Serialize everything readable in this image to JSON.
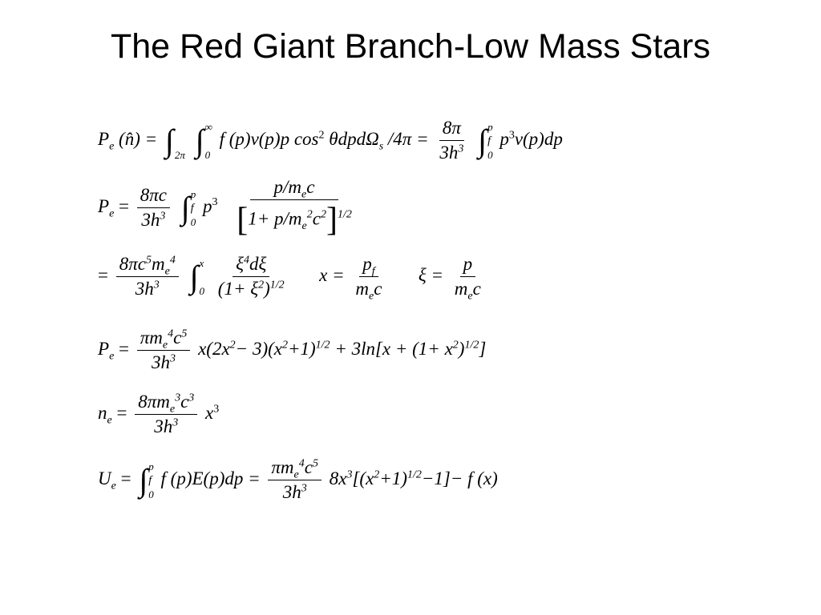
{
  "slide": {
    "title": "The Red Giant Branch-Low Mass Stars"
  },
  "equations": {
    "eq1": {
      "lhs": "P",
      "lhs_sub": "e",
      "lhs_arg": "(n̂) =",
      "int1_lower": "2π",
      "int2_upper": "∞",
      "int2_lower": "0",
      "integrand": "f (p)v(p)p cos",
      "cos_pow": "2",
      "integrand2": "θdpdΩ",
      "omega_sub": "s",
      "tail": "/4π =",
      "frac_num": "8π",
      "frac_den": "3h",
      "frac_den_pow": "3",
      "int3_upper": "p",
      "int3_upper_sub": "f",
      "int3_lower": "0",
      "rhs_a": "p",
      "rhs_pow": "3",
      "rhs_b": "v(p)dp"
    },
    "eq2": {
      "lhs": "P",
      "lhs_sub": "e",
      "equals": "=",
      "frac_num": "8πc",
      "frac_den": "3h",
      "frac_den_pow": "3",
      "int_upper": "p",
      "int_upper_sub": "f",
      "int_lower": "0",
      "p": "p",
      "p_pow": "3",
      "num": "p/m",
      "num_sub": "e",
      "num_c": "c",
      "den_lbr": "[",
      "den_a": "1+ p/m",
      "den_sub": "e",
      "den_sup": "2",
      "den_c": "c",
      "den_c_pow": "2",
      "den_rbr": "]",
      "den_pow": "1/2"
    },
    "eq3": {
      "equals": "=",
      "frac_num_a": "8πc",
      "frac_num_c_pow": "5",
      "frac_num_m": "m",
      "frac_num_m_sub": "e",
      "frac_num_m_pow": "4",
      "frac_den": "3h",
      "frac_den_pow": "3",
      "int_upper": "x",
      "int_lower": "0",
      "num_a": "ξ",
      "num_pow": "4",
      "num_b": "dξ",
      "den_a": "(1+ ξ",
      "den_pow": "2",
      "den_b": ")",
      "den_b_pow": "1/2",
      "x_def": "x =",
      "x_num": "p",
      "x_num_sub": "f",
      "x_den": "m",
      "x_den_sub": "e",
      "x_den_c": "c",
      "xi_def": "ξ =",
      "xi_num": "p",
      "xi_den": "m",
      "xi_den_sub": "e",
      "xi_den_c": "c"
    },
    "eq4": {
      "lhs": "P",
      "lhs_sub": "e",
      "equals": "=",
      "frac_num_a": "πm",
      "frac_num_m_sub": "e",
      "frac_num_m_pow": "4",
      "frac_num_c": "c",
      "frac_num_c_pow": "5",
      "frac_den": "3h",
      "frac_den_pow": "3",
      "part1": "x(2x",
      "pow1": "2",
      "part2": "− 3)(x",
      "pow2": "2",
      "part3": "+1)",
      "pow3": "1/2",
      "part4": "+ 3ln[x + (1+ x",
      "pow4": "2",
      "part5": ")",
      "pow5": "1/2",
      "part6": "]"
    },
    "eq5": {
      "lhs": "n",
      "lhs_sub": "e",
      "equals": "=",
      "frac_num_a": "8πm",
      "frac_num_m_sub": "e",
      "frac_num_m_pow": "3",
      "frac_num_c": "c",
      "frac_num_c_pow": "3",
      "frac_den": "3h",
      "frac_den_pow": "3",
      "x": "x",
      "x_pow": "3"
    },
    "eq6": {
      "lhs": "U",
      "lhs_sub": "e",
      "equals": "=",
      "int_upper": "p",
      "int_upper_sub": "f",
      "int_lower": "0",
      "integrand": "f (p)E(p)dp =",
      "frac_num_a": "πm",
      "frac_num_m_sub": "e",
      "frac_num_m_pow": "4",
      "frac_num_c": "c",
      "frac_num_c_pow": "5",
      "frac_den": "3h",
      "frac_den_pow": "3",
      "part1": "8x",
      "pow1": "3",
      "part2": "[(x",
      "pow2": "2",
      "part3": "+1)",
      "pow3": "1/2",
      "part4": "−1]− f (x)"
    }
  }
}
